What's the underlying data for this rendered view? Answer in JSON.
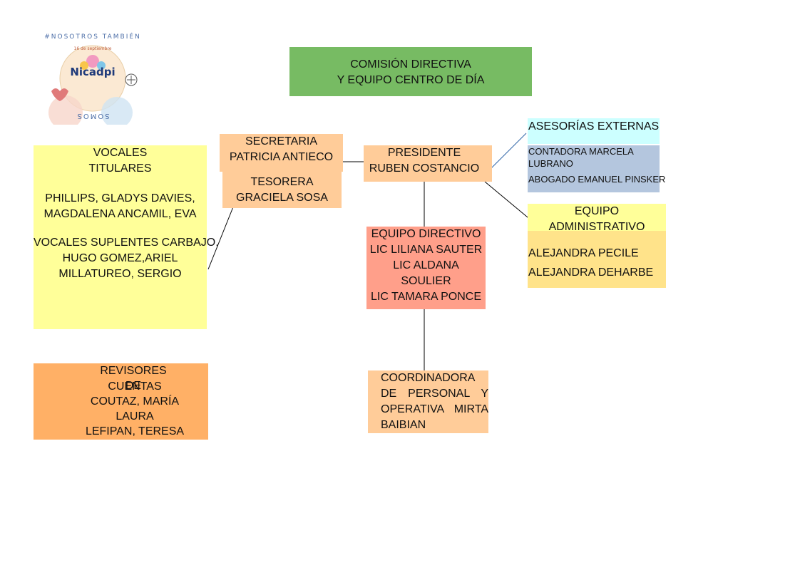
{
  "logo": {
    "name": "Nicadpi",
    "arc_top": "#NOSOTROS TAMBIÉN",
    "arc_bottom": "SOMOS",
    "date": "16 de septiembre"
  },
  "title": {
    "line1": "COMISIÓN DIRECTIVA",
    "line2": "Y EQUIPO CENTRO DE DÍA"
  },
  "vocales": {
    "heading1": "VOCALES",
    "heading2": "TITULARES",
    "titulares1": "PHILLIPS, GLADYS DAVIES,",
    "titulares2": "MAGDALENA ANCAMIL, EVA",
    "suplentes1": "VOCALES SUPLENTES CARBAJO,",
    "suplentes2": "HUGO GOMEZ,ARIEL",
    "suplentes3": "MILLATUREO, SERGIO"
  },
  "secretaria": {
    "role": "SECRETARIA",
    "name": "PATRICIA ANTIECO"
  },
  "tesorera": {
    "role": "TESORERA",
    "name": "GRACIELA SOSA"
  },
  "presidente": {
    "role": "PRESIDENTE",
    "name": "RUBEN COSTANCIO"
  },
  "asesorias": {
    "heading": "ASESORÍAS EXTERNAS",
    "contadora1": "CONTADORA MARCELA",
    "contadora2": "LUBRANO",
    "abogado": "ABOGADO EMANUEL PINSKER"
  },
  "administrativo": {
    "heading1": "EQUIPO",
    "heading2": "ADMINISTRATIVO",
    "member1": "ALEJANDRA PECILE",
    "member2": "ALEJANDRA DEHARBE"
  },
  "directivo": {
    "line1": "EQUIPO DIRECTIVO",
    "line2": "LIC LILIANA SAUTER",
    "line3": "LIC ALDANA",
    "line4": "SOULIER",
    "line5": "LIC TAMARA PONCE"
  },
  "revisores": {
    "line1": "REVISORES DE",
    "line2": "CUENTAS",
    "line3": "COUTAZ, MARÍA",
    "line4": "LAURA",
    "line5": "LEFIPAN, TERESA"
  },
  "coordinadora": {
    "line1": "COORDINADORA",
    "line2": "DE PERSONAL Y",
    "line3": "OPERATIVA MIRTA",
    "line4": "BAIBIAN"
  },
  "colors": {
    "title_green": "#77bb63",
    "vocales_yellow": "#ffff99",
    "peach": "#ffcc99",
    "orange": "#ffb066",
    "salmon": "#ff9f8a",
    "cyan": "#ccffff",
    "steel_blue": "#b4c6de",
    "light_yellow": "#ffff99",
    "gold": "#ffe38a"
  }
}
